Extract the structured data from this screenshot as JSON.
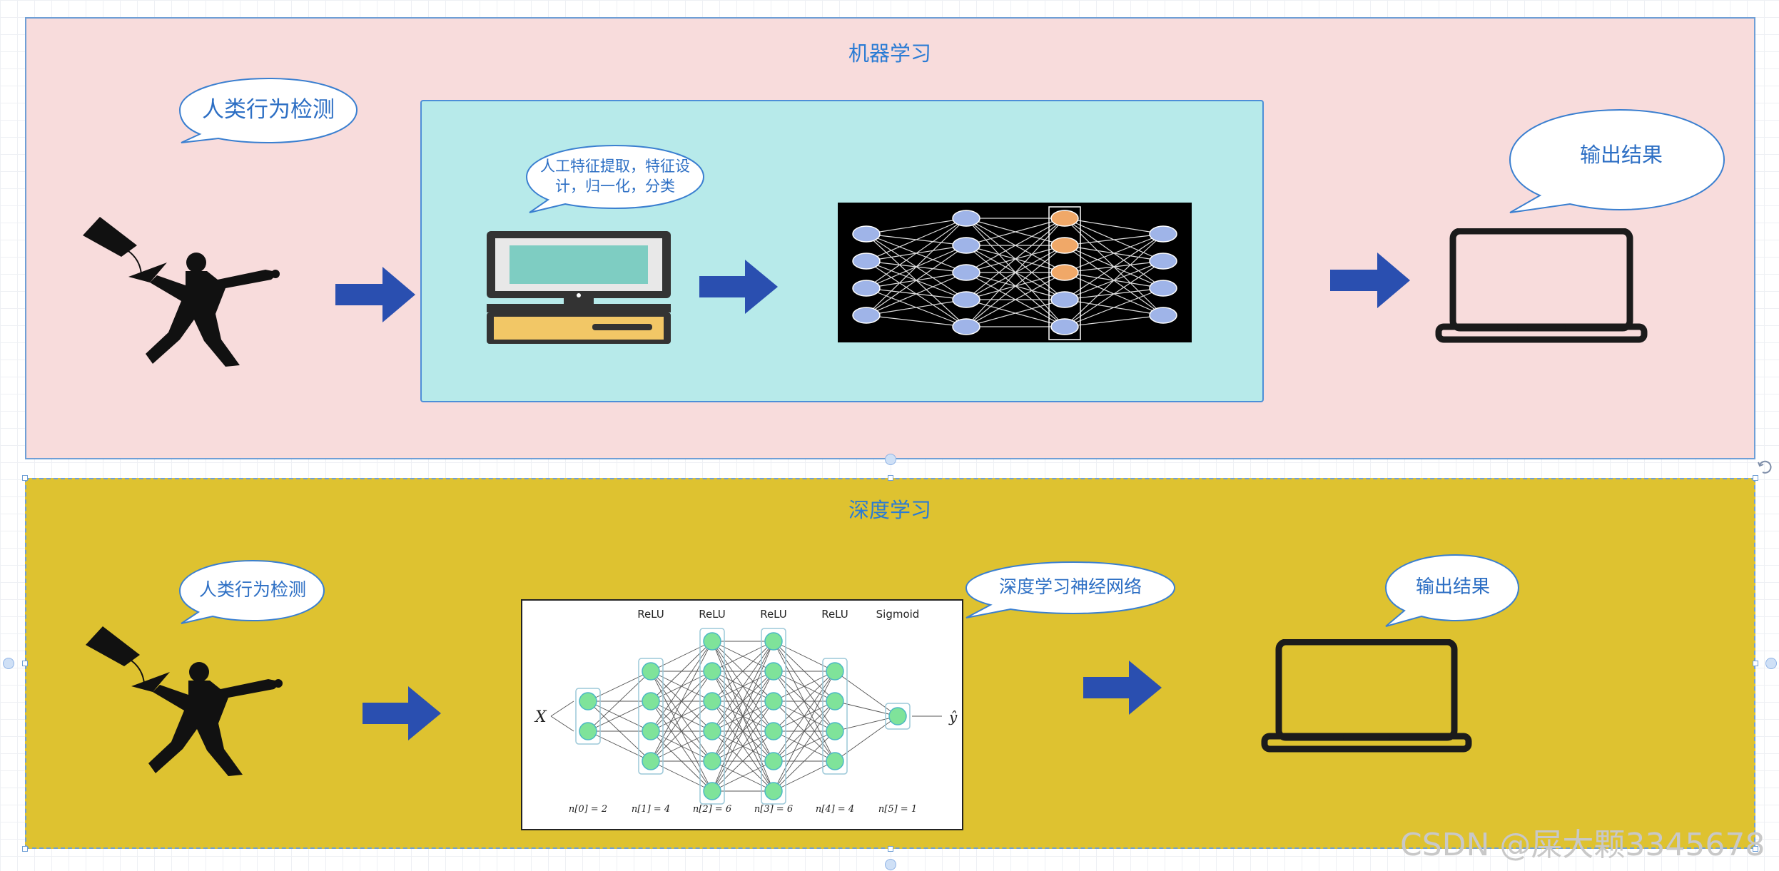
{
  "panels": {
    "machine_learning": {
      "title": "机器学习",
      "bubble_input": "人类行为检测",
      "bubble_features_line1": "人工特征提取，特征设",
      "bubble_features_line2": "计，归一化，分类",
      "bubble_output": "输出结果",
      "background": "#f8dcdc"
    },
    "deep_learning": {
      "title": "深度学习",
      "bubble_input": "人类行为检测",
      "bubble_network": "深度学习神经网络",
      "bubble_output": "输出结果",
      "background": "#dec230"
    }
  },
  "network_figure": {
    "activations": [
      "ReLU",
      "ReLU",
      "ReLU",
      "ReLU",
      "Sigmoid"
    ],
    "input_label": "X",
    "output_label": "ŷ",
    "layer_sizes": [
      "n[0] = 2",
      "n[1] = 4",
      "n[2] = 6",
      "n[3] = 6",
      "n[4] = 4",
      "n[5] = 1"
    ],
    "layer_counts": [
      2,
      4,
      6,
      6,
      4,
      1
    ]
  },
  "icons": [
    "person-throwing-icon",
    "desktop-computer-icon",
    "neural-network-icon",
    "laptop-icon",
    "arrow-right-icon"
  ],
  "colors": {
    "accent_blue": "#2a4fb0",
    "title_blue": "#2a7bd4",
    "inner_box": "#b7eaea"
  },
  "watermark": "CSDN @屎大颗3345678"
}
